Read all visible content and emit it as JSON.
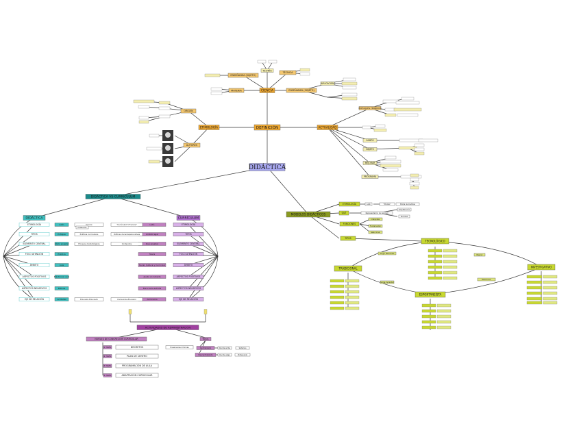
{
  "root": "DIDÁCTICA",
  "colors": {
    "orange": "#f0a830",
    "orange_light": "#f5c870",
    "yellow": "#f0e070",
    "cream": "#f4eeb0",
    "lavender": "#a8a8f0",
    "teal": "#40c0c0",
    "teal_dark": "#1a8a8a",
    "purple": "#b070d0",
    "purple_light": "#d8b0e8",
    "olive": "#8a9a20",
    "lime": "#c8d830",
    "lime_light": "#e0e880",
    "magenta": "#a040a0",
    "plum": "#c080c0",
    "white": "#ffffff"
  },
  "definicion": {
    "title": "DEFINICIÓN",
    "sujeto": "ENSEÑANZA (SUJETO)",
    "objeto": "ENSEÑANZA (OBJETO)",
    "ciencia": "CIENCIA",
    "teoria": "TEORÍA",
    "materia": "MATERIA",
    "tecnica": "TÉCNICA",
    "aplicacion": "APLICACIÓN",
    "etimologia": "ETIMOLOGÍA",
    "actualidad": "ACTUALIDAD",
    "origen": "ORIGEN",
    "autores": "AUTORES",
    "enfoques": "ENFOQUES TEÓRICOS",
    "campo": "CAMPO",
    "objeto_estudio": "OBJETO",
    "mejorar": "MEJORAR",
    "programa": "PROGRAMA"
  },
  "curriculum": {
    "title": "DIDÁCTICA VS CURRÍCULUM",
    "left_title": "DIDÁCTICA",
    "right_title": "CURRÍCULUM",
    "left_rows": [
      "ETIMOLOGÍA",
      "TIPOS",
      "ELEMENTO CENTRAL",
      "FOCO ATENCIÓN",
      "ÁMBITO",
      "ASPECTOS POSITIVOS",
      "ASPECTOS NEGATIVOS",
      "EJE DE RELACIÓN"
    ],
    "right_rows": [
      "ETIMOLOGÍA",
      "TIPOS",
      "ELEMENTO CENTRAL",
      "FOCO ATENCIÓN",
      "ÁMBITO",
      "ASPECTOS POSITIVOS",
      "ASPECTOS NEGATIVOS",
      "EJE DE RELACIÓN"
    ],
    "left_values": [
      "Latín",
      "Enfoque",
      "Cómo enseñar",
      "Práctica",
      "Aula",
      "Práctica en aula",
      "Rutinas",
      "Actitudes"
    ],
    "left_notes": [
      "Docere",
      "Políticas curriculares",
      "Procesos metodológicos",
      "",
      "",
      "",
      "",
      "Educador-Educando"
    ],
    "left_notes2": [
      "Didascalos",
      "",
      "",
      "",
      "",
      "",
      "",
      ""
    ],
    "right_values": [
      "Latín",
      "Ámbito legal",
      "Qué enseñar",
      "Teoría",
      "Social, Cultural y Curricular",
      "Ajuste al contexto",
      "Burocracia estricta",
      "Administra"
    ],
    "right_notes": [
      "\"Currículum\"/\"Currere\"",
      "Políticas docentes/educativas",
      "Contenidos",
      "",
      "",
      "",
      "",
      "Contenidos-Educador"
    ],
    "actividades": "ACTIVIDADES DE ADMINISTRACIÓN",
    "niveles": "NIVELES DE CONCRECIÓN CURRICULAR",
    "niveles_items": [
      "DECRETOS",
      "PLAN DE CENTRO",
      "PROGRAMACIÓN DE AULA",
      "ADAPTACIÓN CURRICULAR"
    ],
    "niveles_tags": [
      "1º NIVEL",
      "2º NIVEL",
      "3º NIVEL",
      "4º NIVEL"
    ],
    "decretos_note": "Enseñanzas mínimas",
    "tipos": "TIPOS",
    "centralizado": "Centralizado",
    "descentralizado": "Descentralizado",
    "centralizado_note": "Decide arriba",
    "descentralizado_note": "Decide abajo",
    "centralizado_tag": "Sistemas",
    "descentralizado_tag": "Profesorado"
  },
  "modelos": {
    "title": "MODELOS DIDÁCTICOS",
    "etimologia": "ETIMOLOGÍA",
    "que": "QUÉ",
    "funciones": "FUNCIONES",
    "tipos": "TIPOS",
    "etimologia_latin": "Latín",
    "etimologia_modelo": "\"Modelo\"",
    "etimologia_note": "Molde de medidas",
    "que_note": "Representación de realidad",
    "que_tags": [
      "Simplificación",
      "Facilidad"
    ],
    "funciones_items": [
      "Interpretar",
      "Fundamentar",
      "Seleccionar"
    ],
    "tradicional": "TRADICIONAL",
    "tecnologico": "TECNOLÓGICO",
    "espontaneista": "ESPONTANEÍSTA",
    "investigativo": "INVESTIGATIVO",
    "surge_tec": "Surge: Memorizar",
    "surge_esp": "Surge: Aprender",
    "surge_inv": "Surge: Investigar",
    "paso_tec": "Mejorar",
    "paso_esp": "Reaccionar"
  }
}
